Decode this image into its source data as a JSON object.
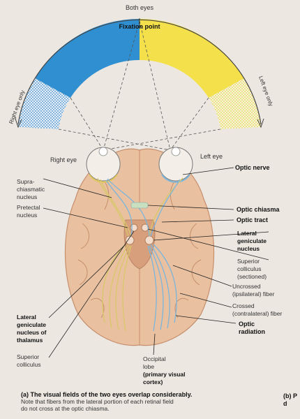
{
  "fields": {
    "both_eyes": "Both eyes",
    "fixation_point": "Fixation point",
    "right_eye_only": "Right eye only",
    "left_eye_only": "Left eye only"
  },
  "eyes": {
    "right": "Right eye",
    "left": "Left eye"
  },
  "labels_left": {
    "suprachiasmatic_1": "Supra-",
    "suprachiasmatic_2": "chiasmatic",
    "suprachiasmatic_3": "nucleus",
    "pretectal_1": "Pretectal",
    "pretectal_2": "nucleus",
    "lgn_thalamus_1": "Lateral",
    "lgn_thalamus_2": "geniculate",
    "lgn_thalamus_3": "nucleus of",
    "lgn_thalamus_4": "thalamus",
    "superior_colliculus_1": "Superior",
    "superior_colliculus_2": "colliculus"
  },
  "labels_right": {
    "optic_nerve": "Optic nerve",
    "optic_chiasma": "Optic chiasma",
    "optic_tract": "Optic tract",
    "lgn_1": "Lateral",
    "lgn_2": "geniculate",
    "lgn_3": "nucleus",
    "sc_sectioned_1": "Superior",
    "sc_sectioned_2": "colliculus",
    "sc_sectioned_3": "(sectioned)",
    "uncrossed_1": "Uncrossed",
    "uncrossed_2": "(ipsilateral) fiber",
    "crossed_1": "Crossed",
    "crossed_2": "(contralateral) fiber",
    "optic_radiation_1": "Optic",
    "optic_radiation_2": "radiation"
  },
  "labels_bottom": {
    "occipital_1": "Occipital",
    "occipital_2": "lobe",
    "occipital_3": "(primary visual",
    "occipital_4": "cortex)"
  },
  "caption": {
    "title": "(a) The visual fields of the two eyes overlap considerably.",
    "line2": "Note that fibers from the lateral portion of each retinal field",
    "line3": "do not cross at the optic chiasma."
  },
  "side_caption": {
    "line1": "(b) P",
    "line2": "d"
  },
  "colors": {
    "right_field": "#2f8fd0",
    "left_field": "#f4e04a",
    "brain": "#e9c0a0",
    "brain_dark": "#d79f7c",
    "crossed_fiber": "#7bb6dc",
    "uncrossed_fiber": "#d8c86a"
  }
}
